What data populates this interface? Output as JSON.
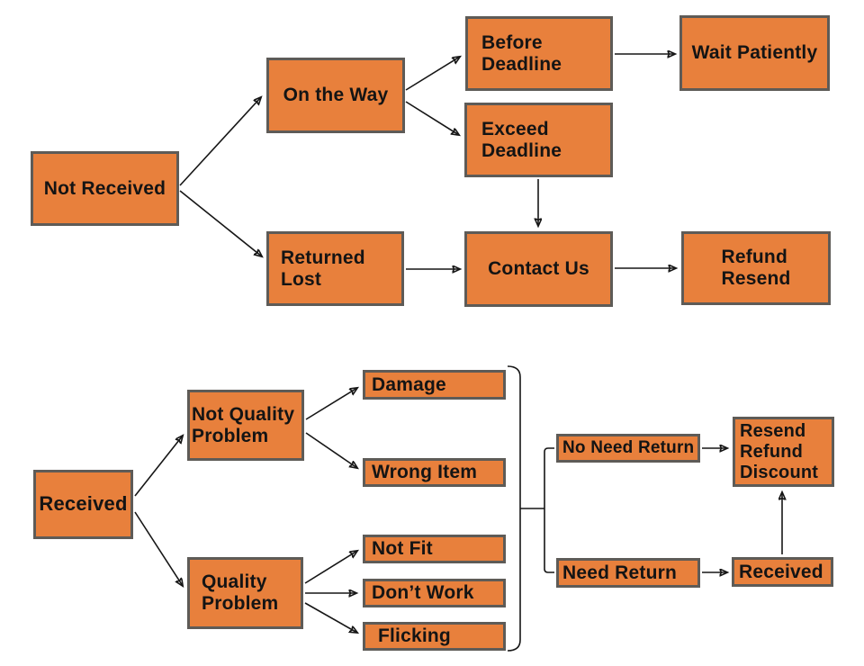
{
  "colors": {
    "box_fill": "#E8803C",
    "box_border": "#5E5B57",
    "line": "#161616",
    "text": "#141414",
    "background": "#FFFFFF"
  },
  "nodes": {
    "not_received": {
      "label": "Not Received"
    },
    "on_the_way": {
      "label": "On the Way"
    },
    "before_deadline": {
      "label": "Before\nDeadline"
    },
    "wait_patiently": {
      "label": "Wait Patiently"
    },
    "exceed_deadline": {
      "label": "Exceed\nDeadline"
    },
    "returned_lost": {
      "label": "Returned\nLost"
    },
    "contact_us": {
      "label": "Contact Us"
    },
    "refund_resend": {
      "label": "Refund\nResend"
    },
    "received": {
      "label": "Received"
    },
    "not_quality_problem": {
      "label": "Not Quality\nProblem"
    },
    "quality_problem": {
      "label": "Quality\nProblem"
    },
    "damage": {
      "label": "Damage"
    },
    "wrong_item": {
      "label": "Wrong Item"
    },
    "not_fit": {
      "label": "Not Fit"
    },
    "dont_work": {
      "label": "Don’t Work"
    },
    "flicking": {
      "label": "Flicking"
    },
    "no_need_return": {
      "label": "No Need Return"
    },
    "need_return": {
      "label": "Need Return"
    },
    "resend_refund_discount": {
      "label": "Resend\nRefund\nDiscount"
    },
    "received_final": {
      "label": "Received"
    }
  },
  "edges": [
    {
      "from": "not_received",
      "to": "on_the_way"
    },
    {
      "from": "not_received",
      "to": "returned_lost"
    },
    {
      "from": "on_the_way",
      "to": "before_deadline"
    },
    {
      "from": "on_the_way",
      "to": "exceed_deadline"
    },
    {
      "from": "before_deadline",
      "to": "wait_patiently"
    },
    {
      "from": "exceed_deadline",
      "to": "contact_us"
    },
    {
      "from": "returned_lost",
      "to": "contact_us"
    },
    {
      "from": "contact_us",
      "to": "refund_resend"
    },
    {
      "from": "received",
      "to": "not_quality_problem"
    },
    {
      "from": "received",
      "to": "quality_problem"
    },
    {
      "from": "not_quality_problem",
      "to": "damage"
    },
    {
      "from": "not_quality_problem",
      "to": "wrong_item"
    },
    {
      "from": "quality_problem",
      "to": "not_fit"
    },
    {
      "from": "quality_problem",
      "to": "dont_work"
    },
    {
      "from": "quality_problem",
      "to": "flicking"
    },
    {
      "from": [
        "damage",
        "wrong_item",
        "not_fit",
        "dont_work",
        "flicking"
      ],
      "to": [
        "no_need_return",
        "need_return"
      ],
      "type": "bracket"
    },
    {
      "from": "no_need_return",
      "to": "resend_refund_discount"
    },
    {
      "from": "need_return",
      "to": "received_final"
    },
    {
      "from": "received_final",
      "to": "resend_refund_discount"
    }
  ]
}
